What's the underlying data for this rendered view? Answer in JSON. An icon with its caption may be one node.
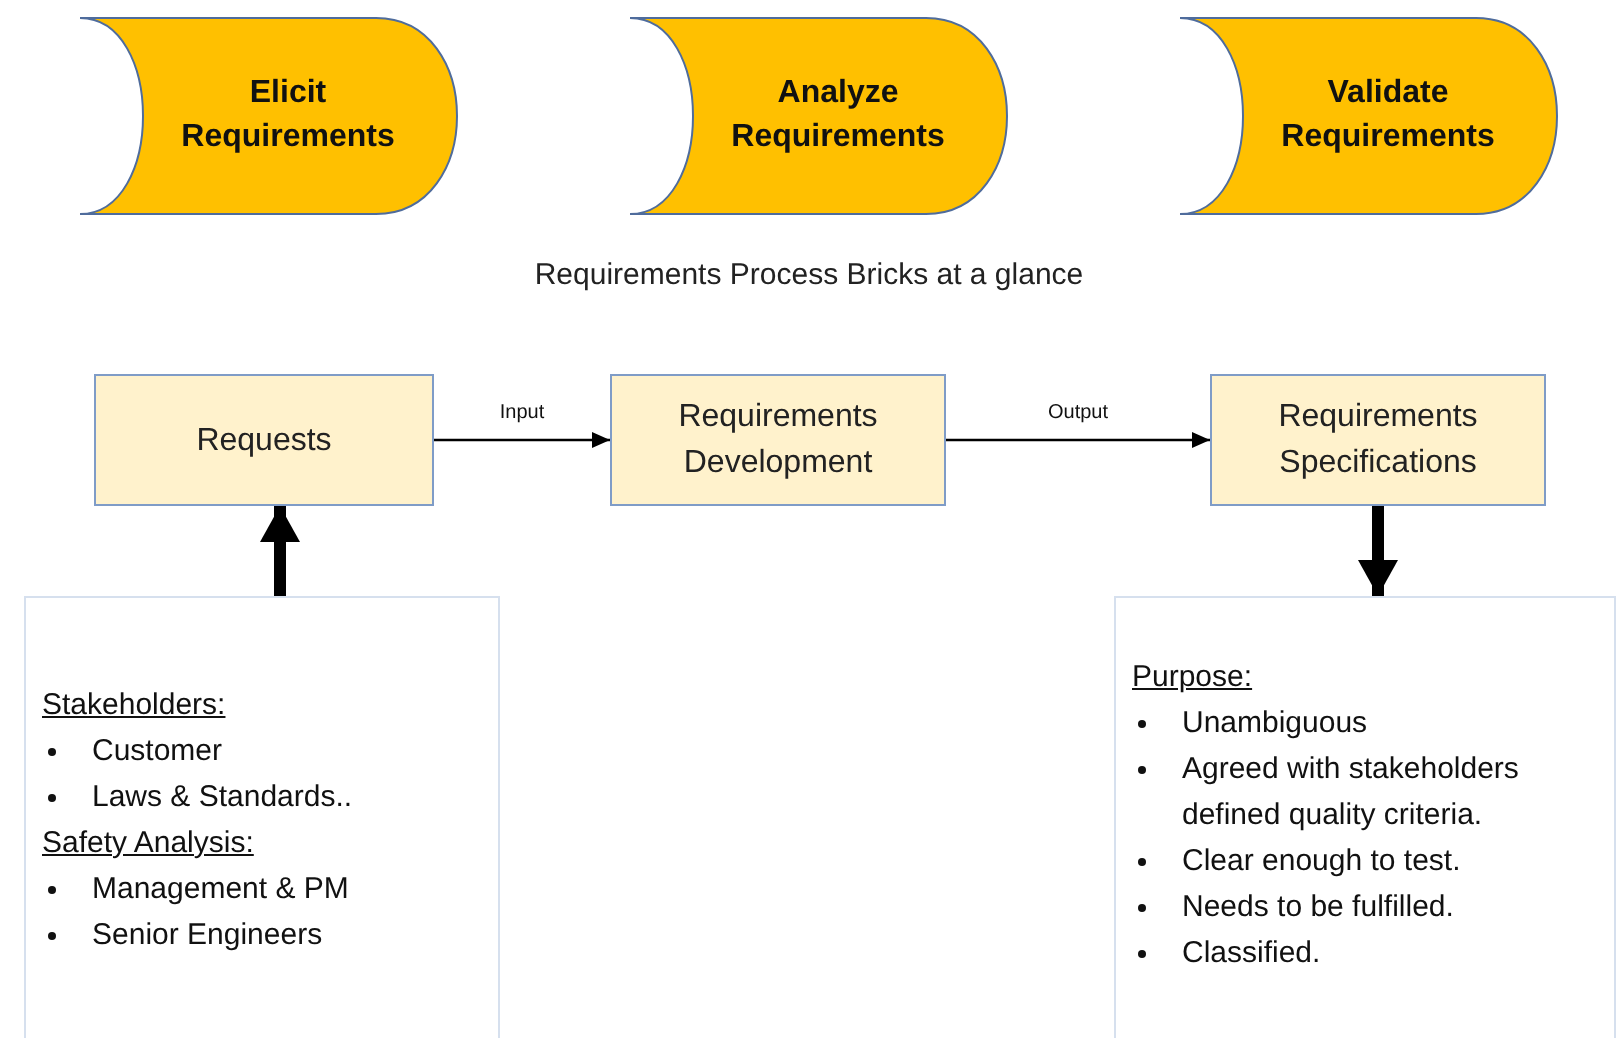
{
  "diagram": {
    "caption": "Requirements Process Bricks at a glance",
    "nodes": [
      {
        "text": [
          "Elicit Requirements"
        ]
      },
      {
        "text": [
          "Analyze Requirements"
        ]
      },
      {
        "text": [
          "Validate Requirements"
        ]
      },
      {
        "text": [
          "Requests"
        ]
      },
      {
        "text": [
          "Requirements Development"
        ]
      },
      {
        "text": [
          "Requirements Specifications"
        ]
      },
      {
        "text": [
          "Stakeholders:",
          "Customer",
          "Laws & Standards..",
          "Safety Analysis:",
          "Management & PM",
          "Senior Engineers"
        ]
      },
      {
        "text": [
          "Purpose:",
          "Unambiguous",
          "Agreed with stakeholders defined quality criteria.",
          "Clear enough to test.",
          "Needs to be fulfilled.",
          "Classified."
        ]
      }
    ],
    "edges": [
      {
        "from": 3,
        "to": 4,
        "arrow": "to",
        "label": "Input"
      },
      {
        "from": 4,
        "to": 5,
        "arrow": "to",
        "label": "Output"
      },
      {
        "from": 6,
        "to": 3,
        "arrow": "to",
        "style": "thick"
      },
      {
        "from": 5,
        "to": 7,
        "arrow": "to",
        "style": "thick"
      }
    ]
  }
}
